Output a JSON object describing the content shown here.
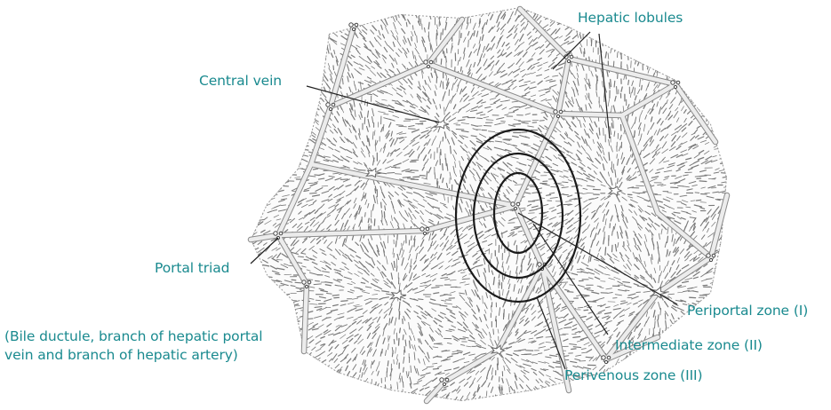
{
  "colors": {
    "label_text": "#1a8a8f",
    "leader_line": "#222222",
    "tissue_stroke": "#7a7a7a",
    "septa_fill": "#ececec",
    "zone_ring": "#1a1a1a",
    "background": "#ffffff"
  },
  "labels": {
    "hepatic_lobules": "Hepatic lobules",
    "central_vein": "Central vein",
    "portal_triad": "Portal triad",
    "portal_triad_detail_line1": "(Bile ductule, branch of hepatic portal",
    "portal_triad_detail_line2": "vein and branch of hepatic artery)",
    "periportal_zone": "Periportal zone (I)",
    "intermediate_zone": "Intermediate zone (II)",
    "perivenous_zone": "Perivenous zone (III)"
  }
}
